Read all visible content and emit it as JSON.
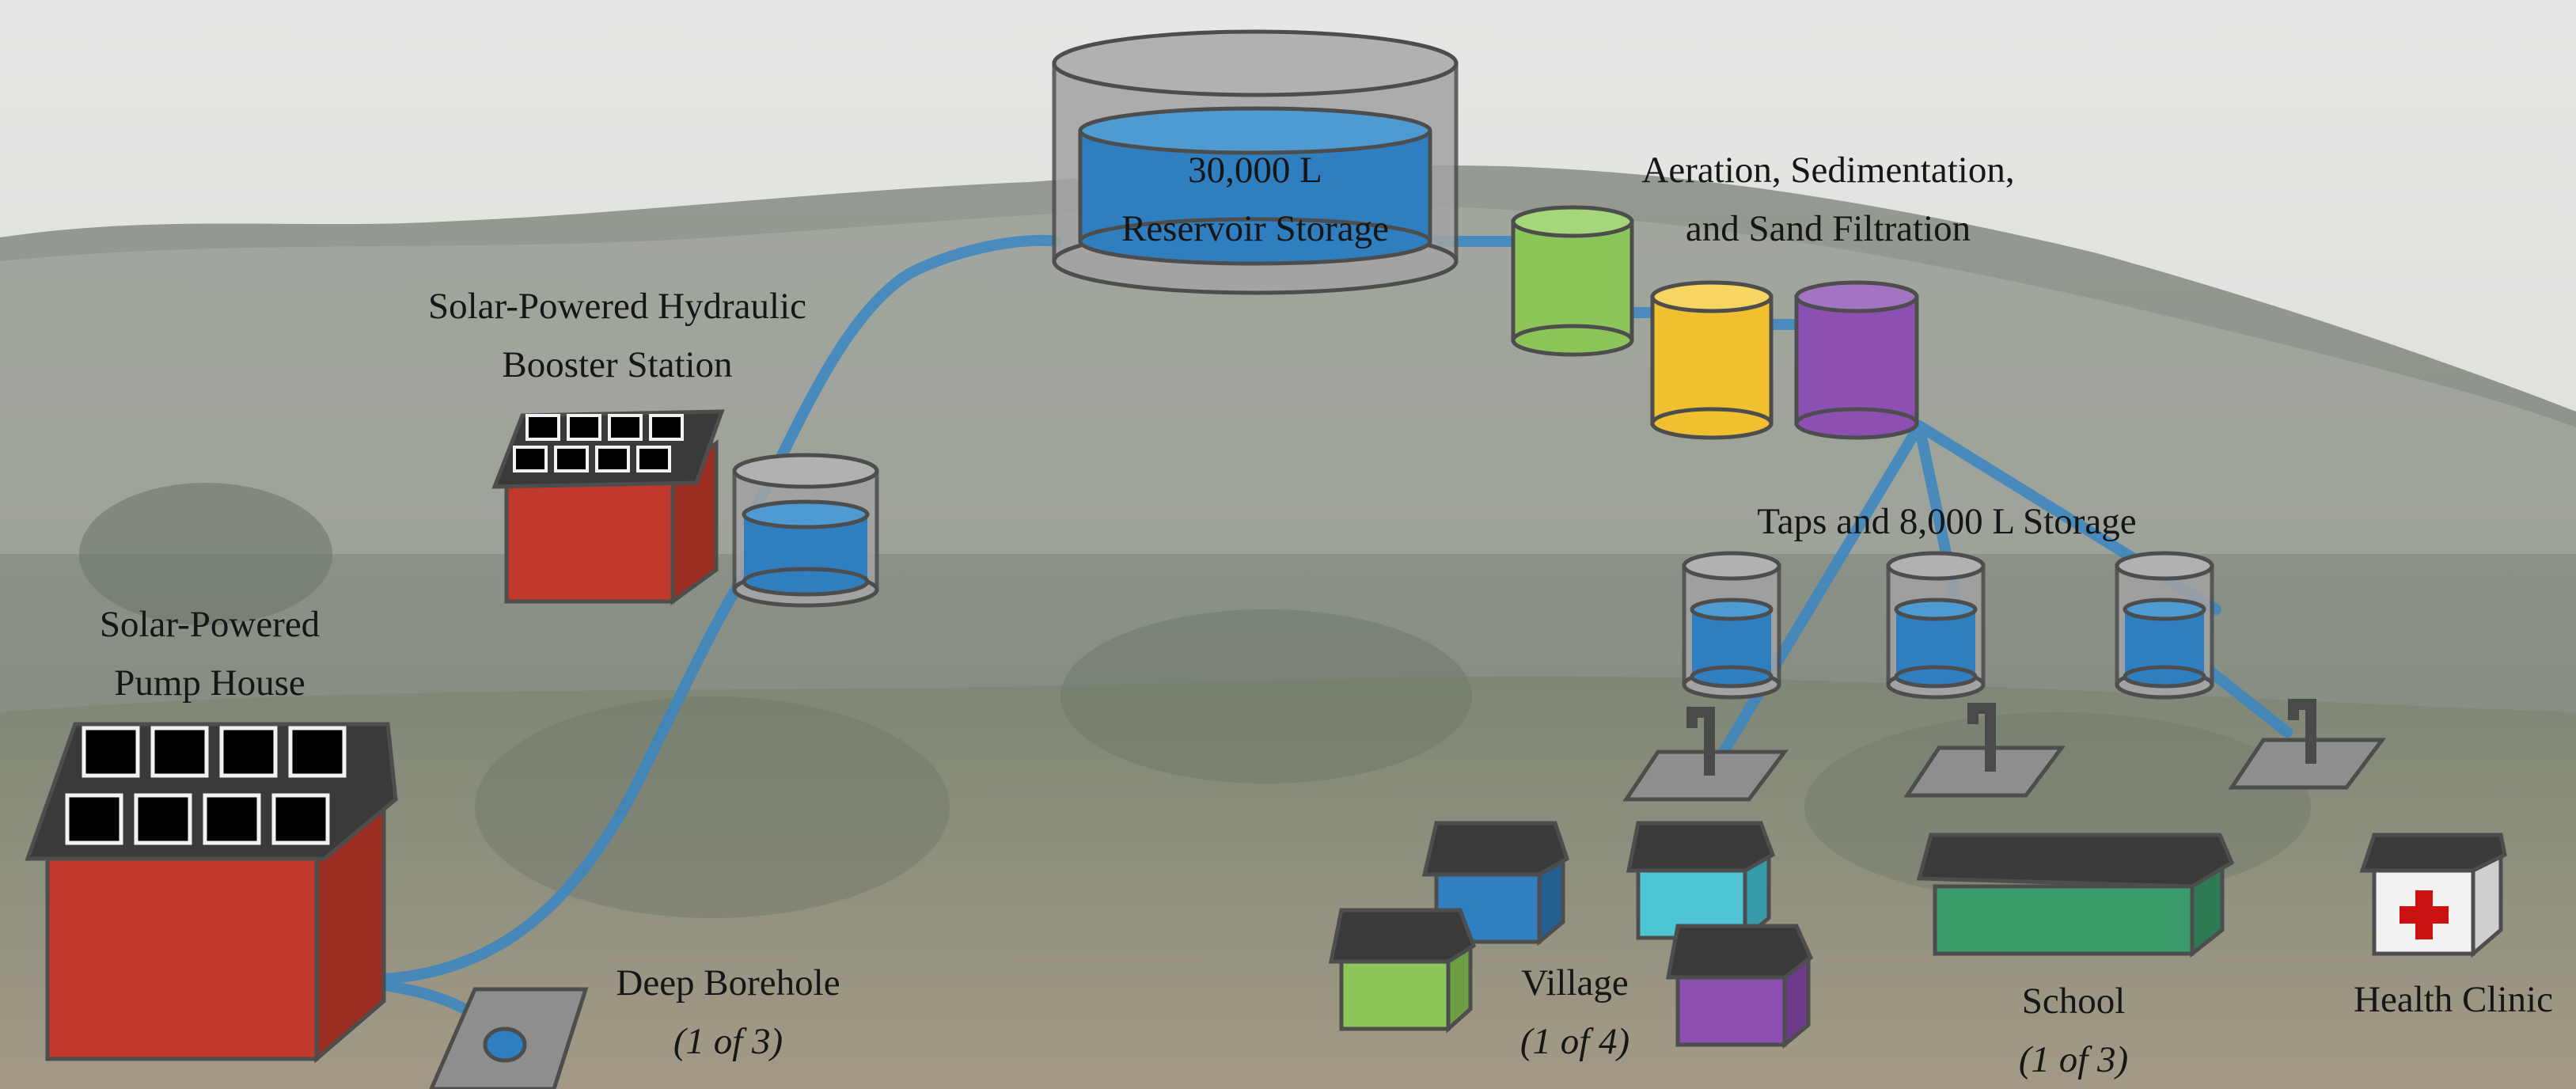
{
  "labels": {
    "reservoir": [
      "30,000 L",
      "Reservoir Storage"
    ],
    "treatment": [
      "Aeration, Sedimentation,",
      "and Sand Filtration"
    ],
    "booster": [
      "Solar-Powered Hydraulic",
      "Booster Station"
    ],
    "pump_house": [
      "Solar-Powered",
      "Pump House"
    ],
    "taps": "Taps and 8,000 L Storage",
    "borehole": [
      "Deep Borehole",
      "(1 of 3)"
    ],
    "village": [
      "Village",
      "(1 of 4)"
    ],
    "school": [
      "School",
      "(1 of 3)"
    ],
    "clinic": "Health Clinic"
  },
  "colors": {
    "sky": "#e3e4e1",
    "hills": "#8f958d",
    "pipe": "#3a86c2",
    "water": "#2f7fc0",
    "tank_gray": "#a3a3a3",
    "outline": "#4d4d4d",
    "house_red": "#c0392b",
    "roof": "#3a3a3a",
    "filter_green": "#8cc65a",
    "filter_yellow": "#f0c030",
    "filter_purple": "#8c4fb2",
    "village_blue": "#2f7fc0",
    "village_green": "#8cc65a",
    "village_cyan": "#4fc6d6",
    "village_purple": "#8c4fb2",
    "school_green": "#3a9a6a",
    "clinic_cross": "#cc1111"
  }
}
